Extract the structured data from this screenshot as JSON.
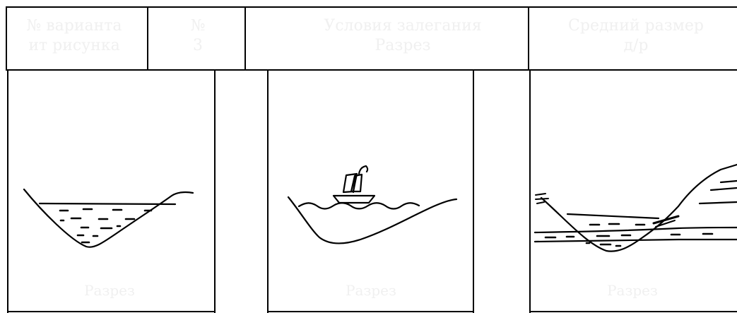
{
  "header": {
    "col1_line1": "№ варианта",
    "col1_line2": "ит рисунка",
    "col2_line1": "№",
    "col2_line2": "3",
    "col3_line1": "Условия залегания",
    "col3_line2": "Разрез",
    "col4_line1": "Средний размер",
    "col4_line2": "д/р"
  },
  "captions": {
    "panel1": "Разрез",
    "panel2": "Разрез",
    "panel3": "Разрез"
  },
  "colors": {
    "ink": "#000000",
    "paper": "#ffffff",
    "faded_text": "#f0f0f0"
  },
  "panels": [
    {
      "name": "panel-valley-filled",
      "icon": "v-shaped-valley-with-sediment"
    },
    {
      "name": "panel-valley-boat",
      "icon": "valley-with-water-and-boat"
    },
    {
      "name": "panel-valley-layers",
      "icon": "valley-cut-into-layered-strata"
    }
  ]
}
